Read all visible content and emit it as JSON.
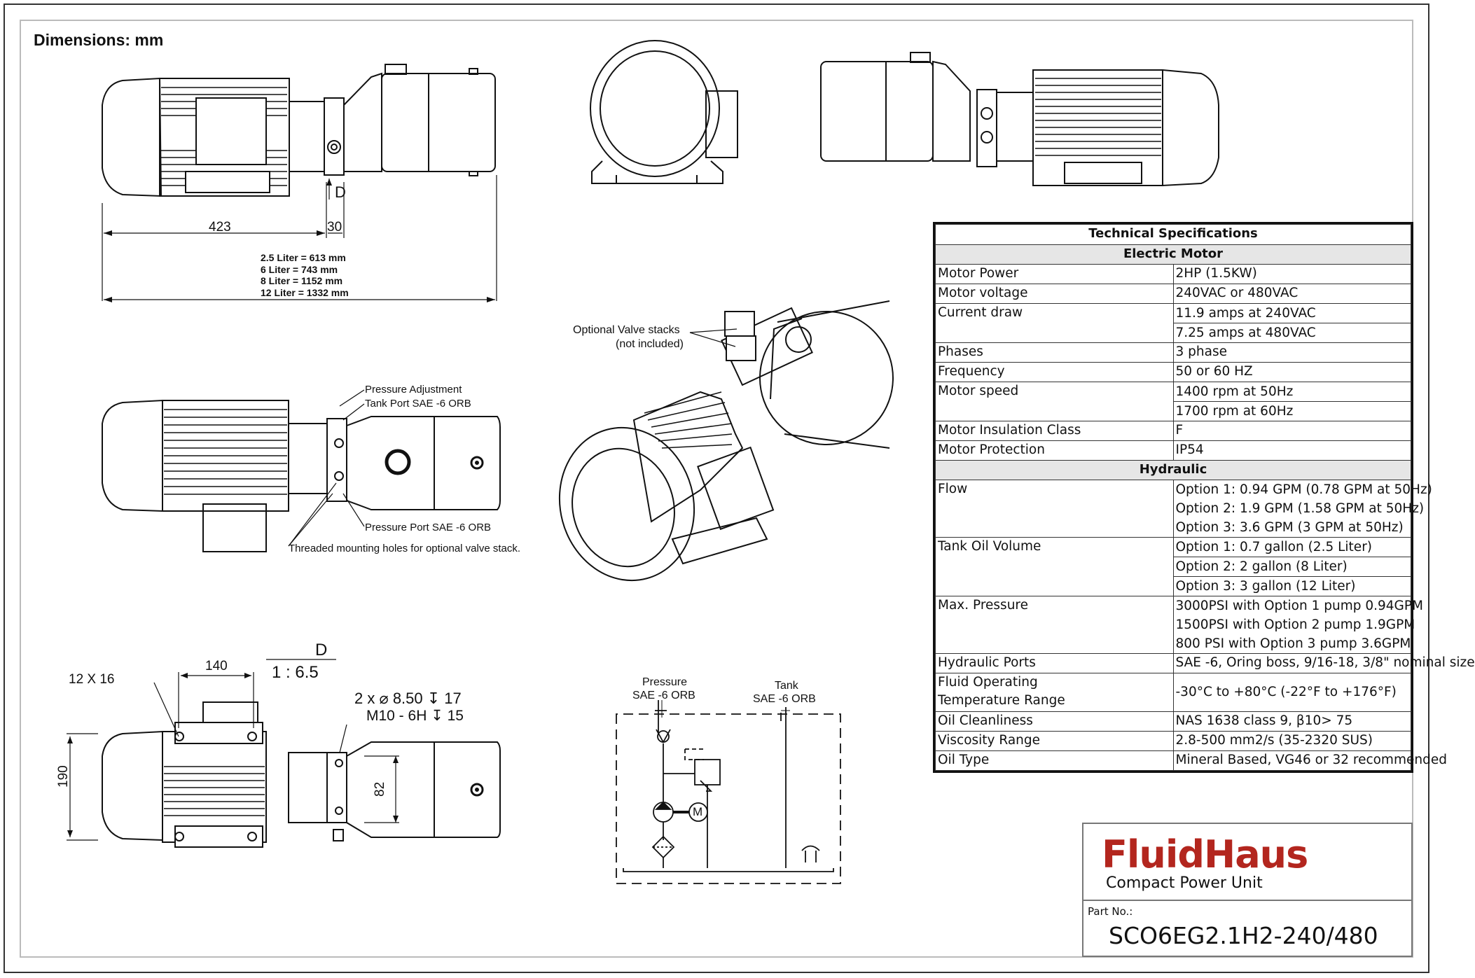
{
  "header": {
    "title": "Dimensions:  mm"
  },
  "dimensions": {
    "motor_length": "423",
    "adapter_length": "30",
    "section_marker": "D",
    "liters": [
      "2.5 Liter = 613 mm",
      "6 Liter = 743 mm",
      "8 Liter = 1152 mm",
      "12 Liter = 1332 mm"
    ],
    "mount_spacing": "140",
    "mount_holes": "12 X 16",
    "section_label": "D",
    "section_scale": "1 : 6.5",
    "hole_spec": "2 x ⌀ 8.50 ↧ 17",
    "thread_spec": "M10 - 6H ↧ 15",
    "height": "190",
    "port_offset": "82"
  },
  "callouts": {
    "pressure_adjustment": "Pressure Adjustment",
    "tank_port": "Tank Port SAE -6 ORB",
    "pressure_port": "Pressure Port SAE -6 ORB",
    "threaded_holes": "Threaded mounting holes for optional valve stack.",
    "valve_stacks_1": "Optional Valve stacks",
    "valve_stacks_2": "(not included)"
  },
  "schematic": {
    "pressure_1": "Pressure",
    "pressure_2": "SAE -6 ORB",
    "tank_1": "Tank",
    "tank_2": "SAE -6 ORB",
    "motor_symbol": "M"
  },
  "specs": {
    "title": "Technical Specifications",
    "section_motor": "Electric Motor",
    "motor_rows": [
      {
        "key": "Motor Power",
        "values": [
          "2HP (1.5KW)"
        ]
      },
      {
        "key": "Motor voltage",
        "values": [
          "240VAC or 480VAC"
        ]
      },
      {
        "key": "Current draw",
        "values": [
          "11.9 amps at 240VAC",
          " 7.25 amps at 480VAC"
        ]
      },
      {
        "key": "Phases",
        "values": [
          "3 phase"
        ]
      },
      {
        "key": "Frequency",
        "values": [
          "50 or 60 HZ"
        ]
      },
      {
        "key": "Motor speed",
        "values": [
          "1400 rpm at 50Hz",
          "1700 rpm at 60Hz"
        ]
      },
      {
        "key": "Motor Insulation Class",
        "values": [
          "F"
        ]
      },
      {
        "key": "Motor Protection",
        "values": [
          "IP54"
        ]
      }
    ],
    "section_hydraulic": "Hydraulic",
    "hydraulic_rows": [
      {
        "key": "Flow",
        "values": [
          "Option 1:  0.94 GPM (0.78 GPM at 50Hz)",
          "Option 2:  1.9 GPM (1.58 GPM at 50Hz)",
          "Option 3:  3.6 GPM (3 GPM at 50Hz)"
        ]
      },
      {
        "key": "Tank Oil Volume",
        "values": [
          "Option 1:  0.7 gallon (2.5 Liter)",
          "Option 2:  2 gallon (8 Liter)",
          "Option 3: 3 gallon (12 Liter)"
        ]
      },
      {
        "key": "Max. Pressure",
        "values": [
          "3000PSI with Option 1 pump 0.94GPM",
          "1500PSI with Option 2 pump 1.9GPM",
          "800 PSI with Option 3 pump 3.6GPM"
        ]
      },
      {
        "key": "Hydraulic Ports",
        "values": [
          "SAE -6, Oring boss, 9/16-18, 3/8\" nominal size"
        ]
      },
      {
        "key": "Fluid Operating Temperature Range",
        "key_lines": [
          "Fluid Operating",
          "Temperature Range"
        ],
        "values": [
          "-30°C to +80°C (-22°F to +176°F)"
        ]
      },
      {
        "key": "Oil Cleanliness",
        "values": [
          "NAS 1638 class 9,  β10> 75"
        ]
      },
      {
        "key": "Viscosity Range",
        "values": [
          "2.8-500 mm2/s (35-2320 SUS)"
        ]
      },
      {
        "key": "Oil Type",
        "values": [
          "Mineral Based, VG46 or 32 recommended"
        ]
      }
    ]
  },
  "title_block": {
    "brand": "FluidHaus",
    "subtitle": "Compact Power Unit",
    "part_label": "Part No.:",
    "part_number": "SCO6EG2.1H2-240/480",
    "brand_color": "#b3261e"
  }
}
